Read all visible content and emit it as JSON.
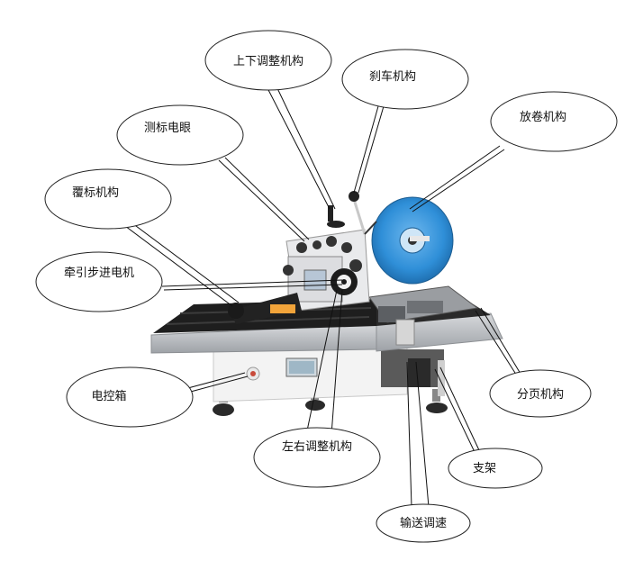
{
  "labels": {
    "updown": "上下调整机构",
    "brake": "刹车机构",
    "unwind": "放卷机构",
    "sensor": "测标电眼",
    "cover": "覆标机构",
    "stepper": "牵引步进电机",
    "control_box": "电控箱",
    "leftright": "左右调整机构",
    "separator": "分页机构",
    "stand": "支架",
    "conveyor_speed": "输送调速"
  },
  "colors": {
    "reel_blue": "#2f8fd8",
    "steel": "#b9bcc0",
    "belt": "#1e1e1e",
    "body_white": "#f4f4f4"
  }
}
